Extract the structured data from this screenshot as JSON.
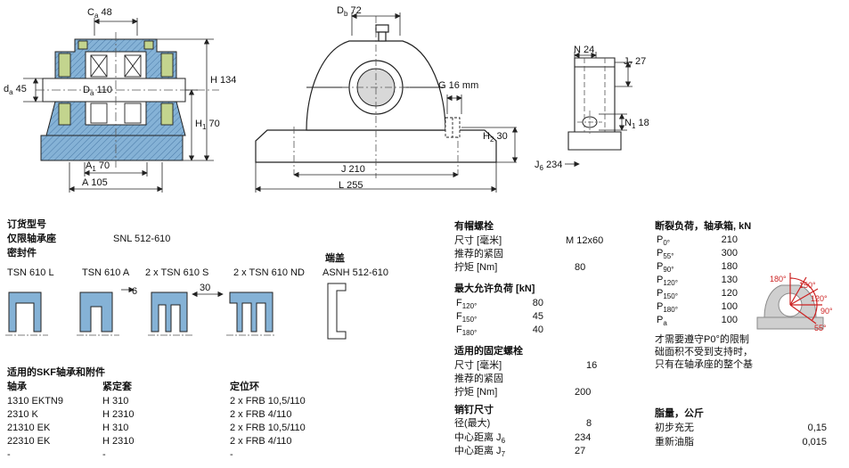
{
  "dims": {
    "ca": {
      "p": "C",
      "s": "a",
      "v": " 48"
    },
    "h": {
      "p": "H",
      "s": "",
      "v": " 134"
    },
    "da": {
      "p": "d",
      "s": "a",
      "v": " 45"
    },
    "Da": {
      "p": "D",
      "s": "a",
      "v": " 110"
    },
    "h1": {
      "p": "H",
      "s": "1",
      "v": " 70"
    },
    "a1": {
      "p": "A",
      "s": "1",
      "v": " 70"
    },
    "a": {
      "p": "A",
      "s": "",
      "v": " 105"
    },
    "db": {
      "p": "D",
      "s": "b",
      "v": " 72"
    },
    "g": {
      "p": "G",
      "s": "",
      "v": " 16 mm"
    },
    "h2": {
      "p": "H",
      "s": "2",
      "v": " 30"
    },
    "j": {
      "p": "J",
      "s": "",
      "v": " 210"
    },
    "l": {
      "p": "L",
      "s": "",
      "v": " 255"
    },
    "n": {
      "p": "N",
      "s": "",
      "v": " 24"
    },
    "j7": {
      "p": "J",
      "s": "7",
      "v": " 27"
    },
    "n1": {
      "p": "N",
      "s": "1",
      "v": " 18"
    },
    "j6": {
      "p": "J",
      "s": "6",
      "v": " 234"
    },
    "seal_6": {
      "p": "",
      "s": "",
      "v": "6"
    },
    "seal_30": {
      "p": "",
      "s": "",
      "v": "30"
    }
  },
  "order": {
    "title": "订货型号",
    "housing_label": "仅限轴承座",
    "housing_value": "SNL 512-610",
    "seals_label": "密封件",
    "seal_types": [
      "TSN 610 L",
      "TSN 610 A",
      "2 x TSN 610 S",
      "2 x TSN 610 ND"
    ],
    "end_cover_label": "端盖",
    "end_cover_value": "ASNH 512-610"
  },
  "cap_bolts": {
    "title": "有帽螺栓",
    "size_label": "尺寸 [毫米]",
    "size_value": "M 12x60",
    "rec_label": "推荐的紧固",
    "torque_label": "拧矩 [Nm]",
    "torque_value": "80",
    "max_load_title": "最大允许负荷 [kN]",
    "loads": [
      {
        "p": "F",
        "s": "120°",
        "v": "80"
      },
      {
        "p": "F",
        "s": "150°",
        "v": "45"
      },
      {
        "p": "F",
        "s": "180°",
        "v": "40"
      }
    ]
  },
  "attach_bolts": {
    "title": "适用的固定螺栓",
    "size_label": "尺寸 [毫米]",
    "size_value": "16",
    "rec_label": "推荐的紧固",
    "torque_label": "拧矩 [Nm]",
    "torque_value": "200"
  },
  "pins": {
    "title": "销钉尺寸",
    "dia_label": "径(最大)",
    "dia_value": "8",
    "c1_label": "中心距离 J",
    "c1_sub": "6",
    "c1_value": "234",
    "c2_label": "中心距离 J",
    "c2_sub": "7",
    "c2_value": "27"
  },
  "breaking": {
    "title": "断裂负荷，轴承箱, kN",
    "rows": [
      {
        "p": "P",
        "s": "0°",
        "v": "210"
      },
      {
        "p": "P",
        "s": "55°",
        "v": "300"
      },
      {
        "p": "P",
        "s": "90°",
        "v": "180"
      },
      {
        "p": "P",
        "s": "120°",
        "v": "130"
      },
      {
        "p": "P",
        "s": "150°",
        "v": "120"
      },
      {
        "p": "P",
        "s": "180°",
        "v": "100"
      },
      {
        "p": "P",
        "s": "a",
        "v": "100"
      }
    ],
    "angles": [
      "180°",
      "150°",
      "120°",
      "90°",
      "55°"
    ],
    "notes": [
      "才需要遵守P0°的限制",
      "础面积不受到支持时，",
      "只有在轴承座的整个基"
    ]
  },
  "grease": {
    "title": "脂量，公斤",
    "initial_label": "初步充无",
    "initial_value": "0,15",
    "relube_label": "重新油脂",
    "relube_value": "0,015"
  },
  "bearings": {
    "title": "适用的SKF轴承和附件",
    "headers": [
      "轴承",
      "紧定套",
      "定位环"
    ],
    "rows": [
      [
        "1310 EKTN9",
        "H 310",
        "2 x FRB 10,5/110"
      ],
      [
        "2310 K",
        "H 2310",
        "2 x FRB 4/110"
      ],
      [
        "21310 EK",
        "H 310",
        "2 x FRB 10,5/110"
      ],
      [
        "22310 EK",
        "H 2310",
        "2 x FRB 4/110"
      ],
      [
        "-",
        "-",
        "-"
      ]
    ]
  },
  "colors": {
    "housing_blue": "#85b2d6",
    "seal_green": "#c3d48e",
    "load_red": "#cc2222"
  }
}
